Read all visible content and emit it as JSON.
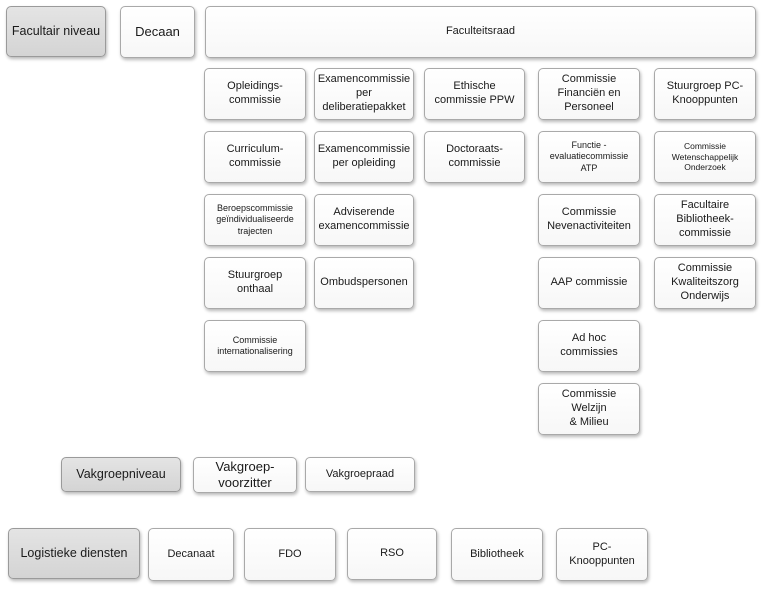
{
  "faculty": {
    "level_label": "Facultair niveau",
    "dean": "Decaan",
    "council": "Faculteitsraad",
    "columns": [
      [
        "Opleidings-\ncommissie",
        "Curriculum-\ncommissie",
        "Beroepscommissie\ngeïndividualiseerde\ntrajecten",
        "Stuurgroep\nonthaal",
        "Commissie\ninternationalisering"
      ],
      [
        "Examencommissie\nper\ndeliberatiepakket",
        "Examencommissie\nper opleiding",
        "Adviserende\nexamencommissie",
        "Ombudspersonen"
      ],
      [
        "Ethische\ncommissie PPW",
        "Doctoraats-\ncommissie"
      ],
      [
        "Commissie\nFinanciën en\nPersoneel",
        "Functie -\nevaluatiecommissie\nATP",
        "Commissie\nNevenactiviteiten",
        "AAP commissie",
        "Ad hoc commissies",
        "Commissie Welzijn\n& Milieu"
      ],
      [
        "Stuurgroep PC-\nKnooppunten",
        "Commissie\nWetenschappelijk\nOnderzoek",
        "Facultaire\nBibliotheek-\ncommissie",
        "Commissie\nKwaliteitszorg\nOnderwijs"
      ]
    ]
  },
  "department": {
    "level_label": "Vakgroepniveau",
    "items": [
      "Vakgroep-\nvoorzitter",
      "Vakgroepraad"
    ]
  },
  "logistics": {
    "level_label": "Logistieke diensten",
    "items": [
      "Decanaat",
      "FDO",
      "RSO",
      "Bibliotheek",
      "PC-\nKnooppunten"
    ]
  }
}
